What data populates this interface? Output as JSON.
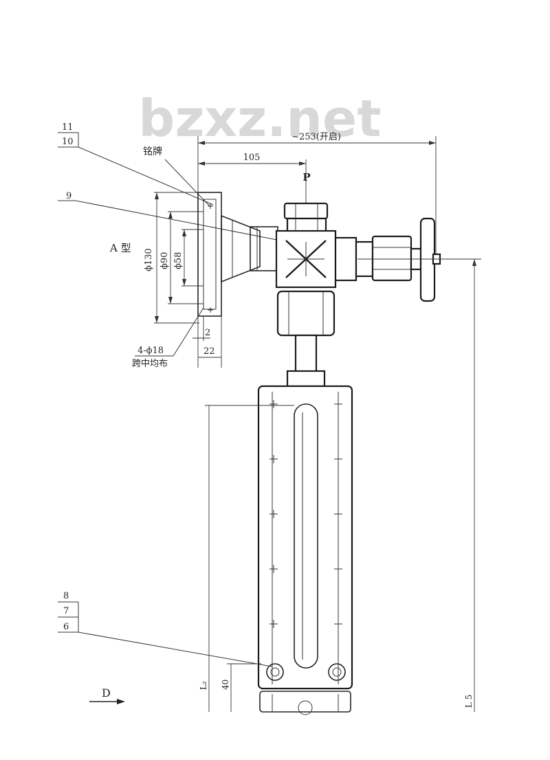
{
  "watermark": "bzxz.net",
  "labels": {
    "part_11": "11",
    "part_10": "10",
    "part_9": "9",
    "part_8": "8",
    "part_7": "7",
    "part_6": "6",
    "nameplate": "铭牌",
    "type_a": "A 型",
    "point_p": "P",
    "view_d": "D",
    "holes": "4-ϕ18",
    "holes_note": "跨中均布"
  },
  "dimensions": {
    "overall_width": "~253(开启)",
    "offset": "105",
    "d130": "ϕ130",
    "d90": "ϕ90",
    "d58": "ϕ58",
    "t2": "2",
    "t22": "22",
    "l2": "L₂",
    "h40": "40",
    "l5": "L 5"
  }
}
